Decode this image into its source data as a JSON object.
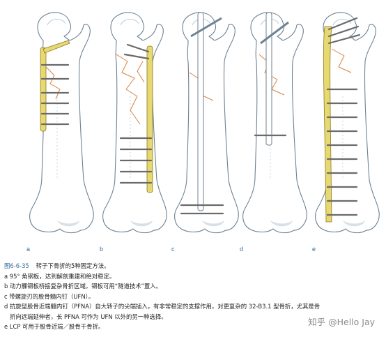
{
  "figure": {
    "panels": [
      {
        "letter": "a",
        "implant": "95° angled blade plate"
      },
      {
        "letter": "b",
        "implant": "dynamic condylar screw bridge plate"
      },
      {
        "letter": "c",
        "implant": "unreamed femoral nail with spiral blade"
      },
      {
        "letter": "d",
        "implant": "proximal femoral nail antirotation"
      },
      {
        "letter": "e",
        "implant": "locking compression plate"
      }
    ],
    "colors": {
      "bone_outline": "#6d8293",
      "bone_shadow": "#b9ccd8",
      "fracture": "#d9823f",
      "implant": "#e8d870",
      "implant_outline": "#8a7a2a",
      "screw": "#6a6a6a",
      "accent": "#3a6a9a"
    }
  },
  "caption": {
    "fig_number": "图6-6-35",
    "title": "转子下骨折的5种固定方法。",
    "lines": [
      {
        "text": "a 95° 角钢板，达到解剖重建和绝对稳定。"
      },
      {
        "text": "b 动力髁钢板桥接复杂骨折区域。钢板可用“隧道技术”置入。"
      },
      {
        "text": "c 带螺旋刃的股骨髓内钉（UFN）。"
      },
      {
        "text": "d 抗旋型股骨近端髓内钉（PFNA）自大转子的尖端插入，有非常稳定的支撑作用。对更复杂的 32-B3.1 型骨折，尤其是骨",
        "cont": "折向远端延伸者，长 PFNA 可作为 UFN 以外的另一种选择。"
      },
      {
        "text": "e LCP 可用于股骨近端／股骨干骨折。"
      }
    ]
  },
  "watermark": "知乎 @Hello Jay"
}
